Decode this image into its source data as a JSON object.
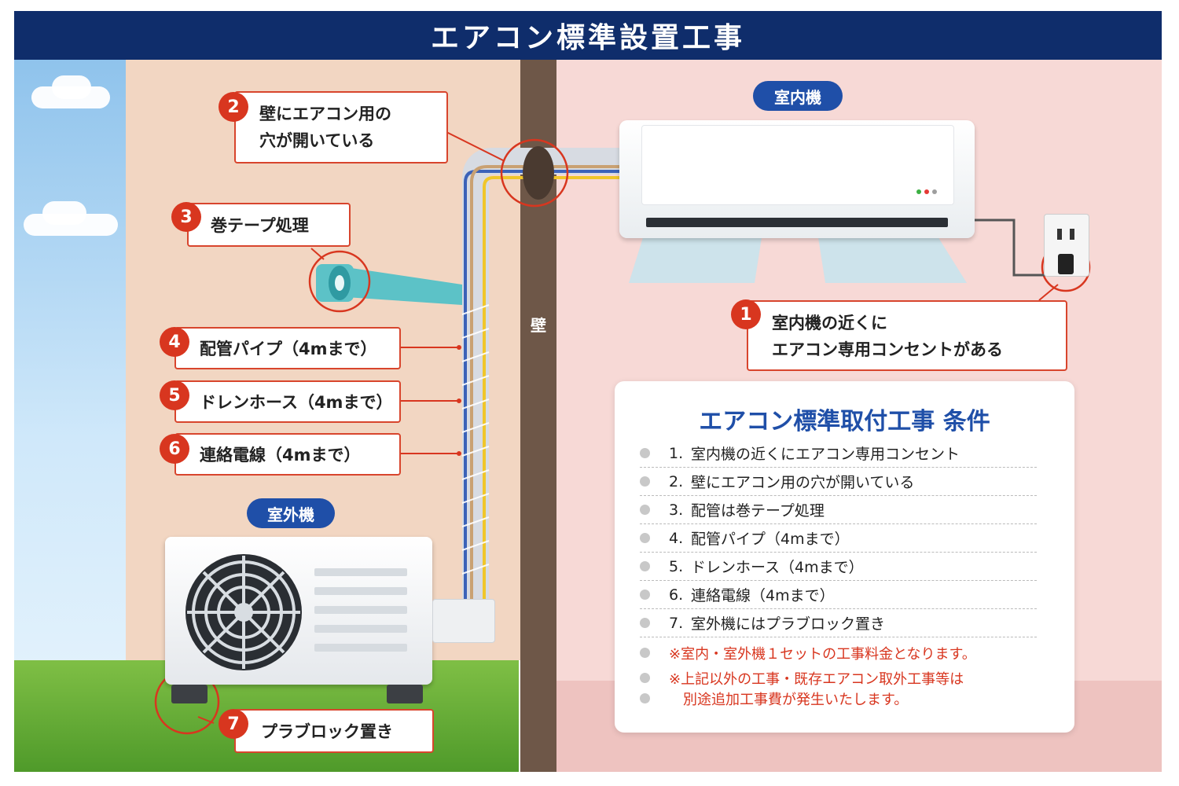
{
  "title": "エアコン標準設置工事",
  "wall_label": "壁",
  "indoor_label": "室内機",
  "outdoor_label": "室外機",
  "callouts": [
    {
      "num": "1",
      "lines": [
        "室内機の近くに",
        "エアコン専用コンセントがある"
      ]
    },
    {
      "num": "2",
      "lines": [
        "壁にエアコン用の",
        "穴が開いている"
      ]
    },
    {
      "num": "3",
      "lines": [
        "巻テープ処理"
      ]
    },
    {
      "num": "4",
      "lines": [
        "配管パイプ（4mまで）"
      ]
    },
    {
      "num": "5",
      "lines": [
        "ドレンホース（4mまで）"
      ]
    },
    {
      "num": "6",
      "lines": [
        "連絡電線（4mまで）"
      ]
    },
    {
      "num": "7",
      "lines": [
        "プラブロック置き"
      ]
    }
  ],
  "conditions": {
    "title": "エアコン標準取付工事 条件",
    "items": [
      {
        "num": "1.",
        "text": "室内機の近くにエアコン専用コンセント"
      },
      {
        "num": "2.",
        "text": "壁にエアコン用の穴が開いている"
      },
      {
        "num": "3.",
        "text": "配管は巻テープ処理"
      },
      {
        "num": "4.",
        "text": "配管パイプ（4mまで）"
      },
      {
        "num": "5.",
        "text": "ドレンホース（4mまで）"
      },
      {
        "num": "6.",
        "text": "連絡電線（4mまで）"
      },
      {
        "num": "7.",
        "text": "室外機にはプラブロック置き"
      }
    ],
    "notes": [
      "※室内・室外機１セットの工事料金となります。",
      "※上記以外の工事・既存エアコン取外工事等は",
      "別途追加工事費が発生いたします。"
    ]
  },
  "colors": {
    "navy": "#0f2d6b",
    "blue": "#1f4fa8",
    "red": "#d8361f",
    "outer_wall": "#f2d6c2",
    "room_wall": "#f7d9d6",
    "wall": "#6e5748"
  }
}
